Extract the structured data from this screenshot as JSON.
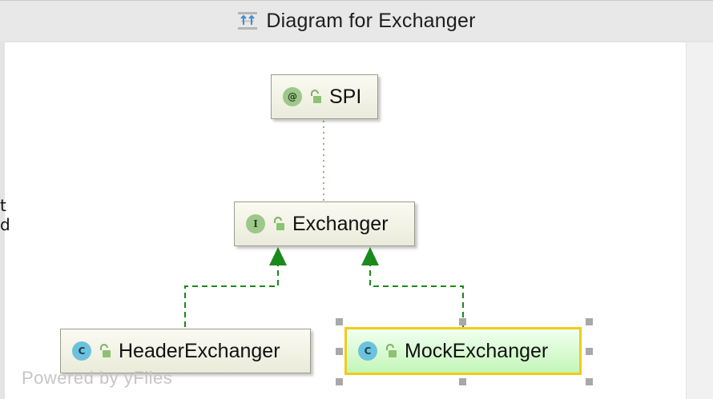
{
  "window": {
    "title": "Diagram for Exchanger",
    "title_icon": "diagram-icon"
  },
  "edge_glyphs": [
    "t",
    "d"
  ],
  "nodes": {
    "spi": {
      "name": "SPI",
      "kind": "annotation",
      "badge": "@"
    },
    "exchanger": {
      "name": "Exchanger",
      "kind": "interface",
      "badge": "I"
    },
    "header_exchanger": {
      "name": "HeaderExchanger",
      "kind": "class",
      "badge": "C"
    },
    "mock_exchanger": {
      "name": "MockExchanger",
      "kind": "class",
      "badge": "C",
      "selected": true
    }
  },
  "edges": [
    {
      "from": "Exchanger",
      "to": "SPI",
      "style": "dotted"
    },
    {
      "from": "HeaderExchanger",
      "to": "Exchanger",
      "style": "implements"
    },
    {
      "from": "MockExchanger",
      "to": "Exchanger",
      "style": "implements"
    }
  ],
  "watermark": "Powered by yFiles",
  "colors": {
    "node_fill": "#f3f3e6",
    "selected_fill": "#d8fbd0",
    "selection_border": "#f0cc18",
    "implements_arrow": "#1a8a1a",
    "dotted_link": "#8fb87a"
  }
}
